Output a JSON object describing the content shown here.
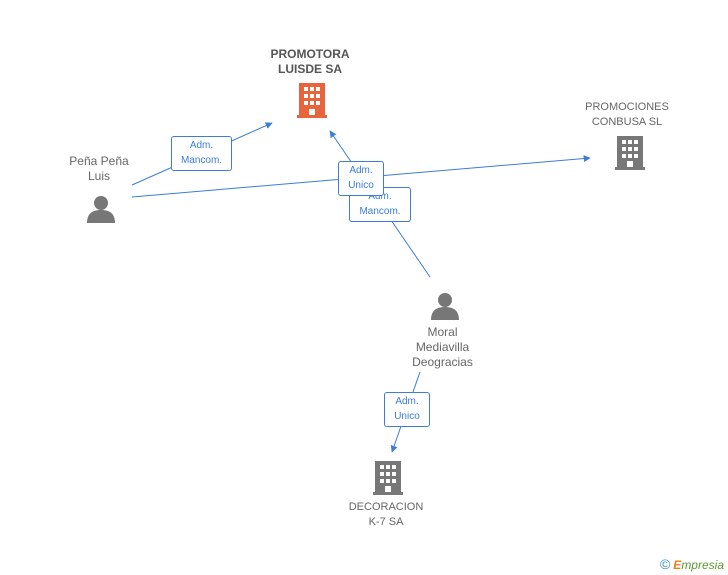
{
  "nodes": {
    "promotora": {
      "label": "PROMOTORA\nLUISDE SA",
      "icon": "building-icon",
      "color": "#e8643c"
    },
    "promociones": {
      "label": "PROMOCIONES\nCONBUSA SL",
      "icon": "building-icon",
      "color": "#777777"
    },
    "pena": {
      "label": "Peña Peña\nLuis",
      "icon": "person-icon",
      "color": "#777777"
    },
    "moral": {
      "label": "Moral\nMediavilla\nDeogracias",
      "icon": "person-icon",
      "color": "#777777"
    },
    "decoracion": {
      "label": "DECORACION\nK-7 SA",
      "icon": "building-icon",
      "color": "#777777"
    }
  },
  "edges": {
    "pena_promotora": "Adm.\nMancom.",
    "pena_promociones": "Adm.\nUnico",
    "moral_promotora": "Adm.\nMancom.",
    "moral_decoracion": "Adm.\nUnico"
  },
  "colors": {
    "edge": "#3b7dd8"
  },
  "footer": {
    "copyright": "©",
    "brand_initial": "E",
    "brand_rest": "mpresia"
  }
}
